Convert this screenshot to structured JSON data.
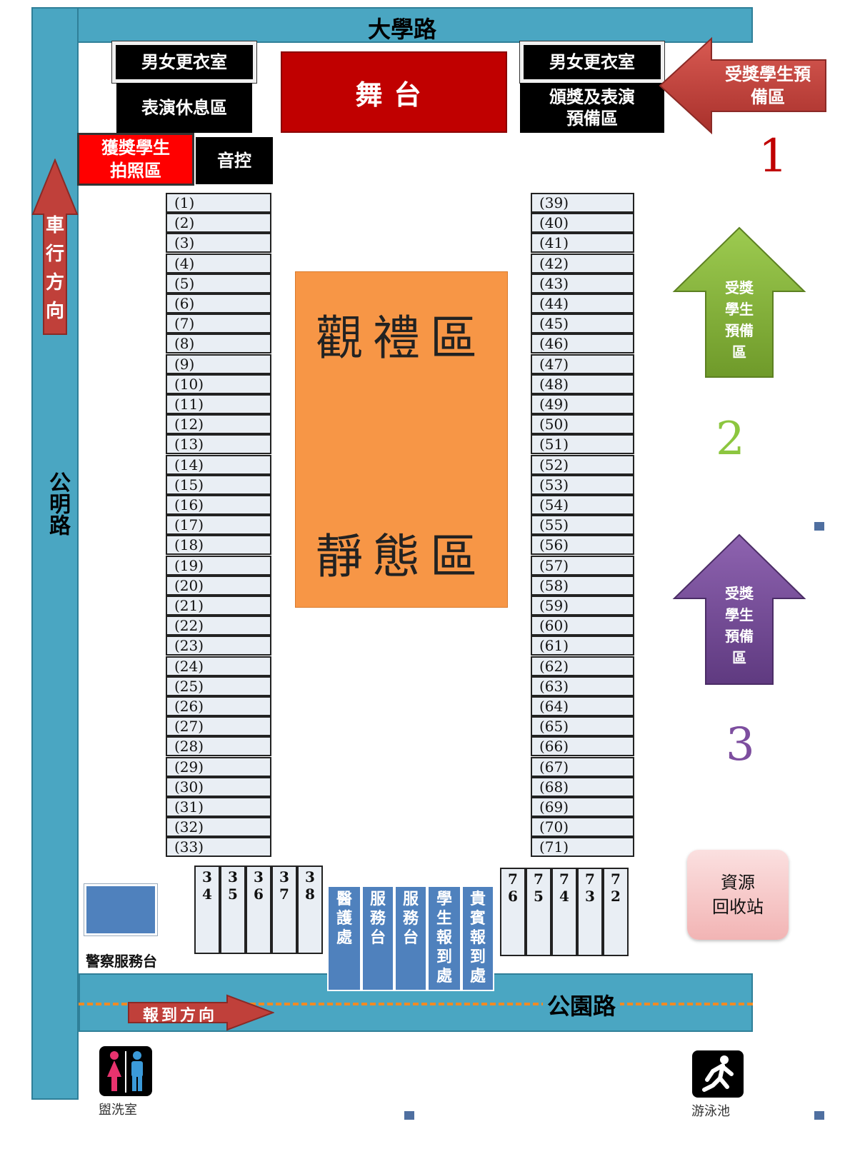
{
  "roads": {
    "top": "大學路",
    "left": "公明路",
    "bottom": "公園路"
  },
  "top_area": {
    "dressing_left": "男女更衣室",
    "rest_area": "表演休息區",
    "stage": "舞台",
    "dressing_right": "男女更衣室",
    "award_prep": [
      "頒獎及表演",
      "預備區"
    ],
    "photo_area": [
      "獲獎學生",
      "拍照區"
    ],
    "sound_desk": "音控",
    "prep_arrow": [
      "受獎學生預",
      "備區"
    ]
  },
  "left_arrow": [
    "車",
    "行",
    "方",
    "向"
  ],
  "center": {
    "line1": "觀禮區",
    "line2": "靜態區"
  },
  "stalls_left": [
    "(1)",
    "(2)",
    "(3)",
    "(4)",
    "(5)",
    "(6)",
    "(7)",
    "(8)",
    "(9)",
    "(10)",
    "(11)",
    "(12)",
    "(13)",
    "(14)",
    "(15)",
    "(16)",
    "(17)",
    "(18)",
    "(19)",
    "(20)",
    "(21)",
    "(22)",
    "(23)",
    "(24)",
    "(25)",
    "(26)",
    "(27)",
    "(28)",
    "(29)",
    "(30)",
    "(31)",
    "(32)",
    "(33)"
  ],
  "stalls_right": [
    "(39)",
    "(40)",
    "(41)",
    "(42)",
    "(43)",
    "(44)",
    "(45)",
    "(46)",
    "(47)",
    "(48)",
    "(49)",
    "(50)",
    "(51)",
    "(52)",
    "(53)",
    "(54)",
    "(55)",
    "(56)",
    "(57)",
    "(58)",
    "(59)",
    "(60)",
    "(61)",
    "(62)",
    "(63)",
    "(64)",
    "(65)",
    "(66)",
    "(67)",
    "(68)",
    "(69)",
    "(70)",
    "(71)"
  ],
  "stalls_bottom_left": [
    [
      "3",
      "4"
    ],
    [
      "3",
      "5"
    ],
    [
      "3",
      "6"
    ],
    [
      "3",
      "7"
    ],
    [
      "3",
      "8"
    ]
  ],
  "stalls_bottom_right": [
    [
      "7",
      "6"
    ],
    [
      "7",
      "5"
    ],
    [
      "7",
      "4"
    ],
    [
      "7",
      "3"
    ],
    [
      "7",
      "2"
    ]
  ],
  "service_booths": [
    [
      "醫",
      "護",
      "處"
    ],
    [
      "服",
      "務",
      "台"
    ],
    [
      "服",
      "務",
      "台"
    ],
    [
      "學",
      "生",
      "報",
      "到",
      "處"
    ],
    [
      "貴",
      "賓",
      "報",
      "到",
      "處"
    ]
  ],
  "zones": {
    "num1": "1",
    "num2": "2",
    "num3": "3",
    "green_arrow": [
      "受獎",
      "學生",
      "預備",
      "區"
    ],
    "purple_arrow": [
      "受獎",
      "學生",
      "預備",
      "區"
    ],
    "recycle": [
      "資源",
      "回收站"
    ]
  },
  "police_desk": "警察服務台",
  "checkin_arrow": "報到方向",
  "restroom": "盥洗室",
  "pool": "游泳池",
  "colors": {
    "road": "#4aa6c2",
    "stage": "#c00000",
    "photo_area": "#ff0000",
    "center": "#f79646",
    "service": "#4f81bd",
    "green": "#8cb83e",
    "purple": "#7d4e9f",
    "red_arrow": "#c0403a",
    "recycle": "#f6c9c9"
  }
}
